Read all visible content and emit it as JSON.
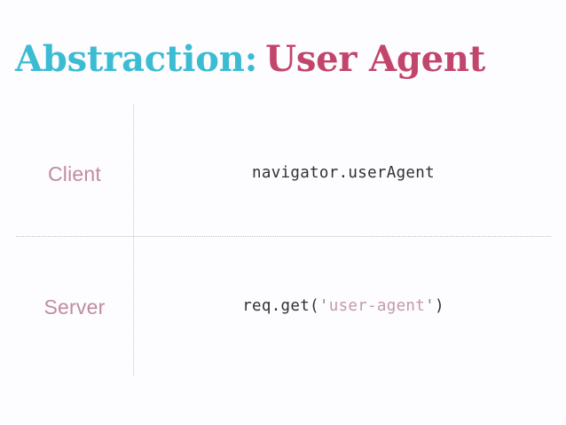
{
  "slide": {
    "title": {
      "primary": "Abstraction",
      "colon": ":",
      "secondary": "User Agent"
    },
    "background_color": "#fdfcfe",
    "accent_colors": {
      "primary": "#3cbcd3",
      "secondary": "#c2456c",
      "label": "#c08ca0",
      "code": "#303036",
      "code_string": "#c29aad",
      "divider": "#c9c6cf"
    },
    "rows": [
      {
        "label": "Client",
        "code_plain": "navigator.userAgent"
      },
      {
        "label": "Server",
        "code_prefix": "req.get(",
        "code_quote_open": "'",
        "code_string": "user-agent",
        "code_quote_close": "'",
        "code_suffix": ")"
      }
    ]
  }
}
